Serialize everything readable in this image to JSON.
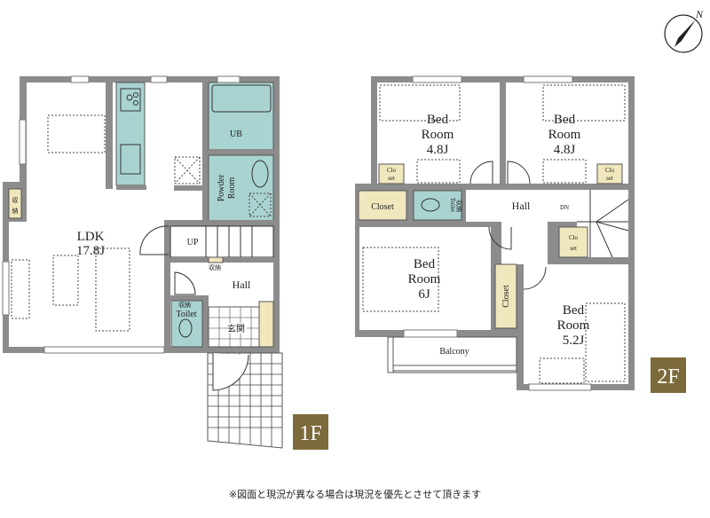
{
  "compass": {
    "label": "N"
  },
  "floor1": {
    "badge": "1F",
    "rooms": {
      "ldk_name": "LDK",
      "ldk_size": "17.8J",
      "ub": "UB",
      "powder1": "Powder",
      "powder2": "Room",
      "up": "UP",
      "storage_stairs": "収納",
      "hall": "Hall",
      "storage_toilet": "収納",
      "toilet": "Toilet",
      "entrance": "玄関",
      "storage_left1": "収",
      "storage_left2": "納"
    }
  },
  "floor2": {
    "badge": "2F",
    "rooms": {
      "bed": "Bed",
      "room": "Room",
      "bed1_size": "4.8J",
      "bed2_size": "4.8J",
      "bed3_size": "6J",
      "bed4_size": "5.2J",
      "closet": "Closet",
      "closet_a": "Clo",
      "closet_b": "set",
      "toilet": "Toilet",
      "toilet_storage": "収納",
      "hall": "Hall",
      "dn": "DN",
      "balcony": "Balcony"
    }
  },
  "footer_note": "※図面と現況が異なる場合は現況を優先とさせて頂きます",
  "colors": {
    "wall": "#8c8c8c",
    "wet_area": "#a9d3d1",
    "storage": "#f1e7bd",
    "badge": "#7d6a3b"
  }
}
